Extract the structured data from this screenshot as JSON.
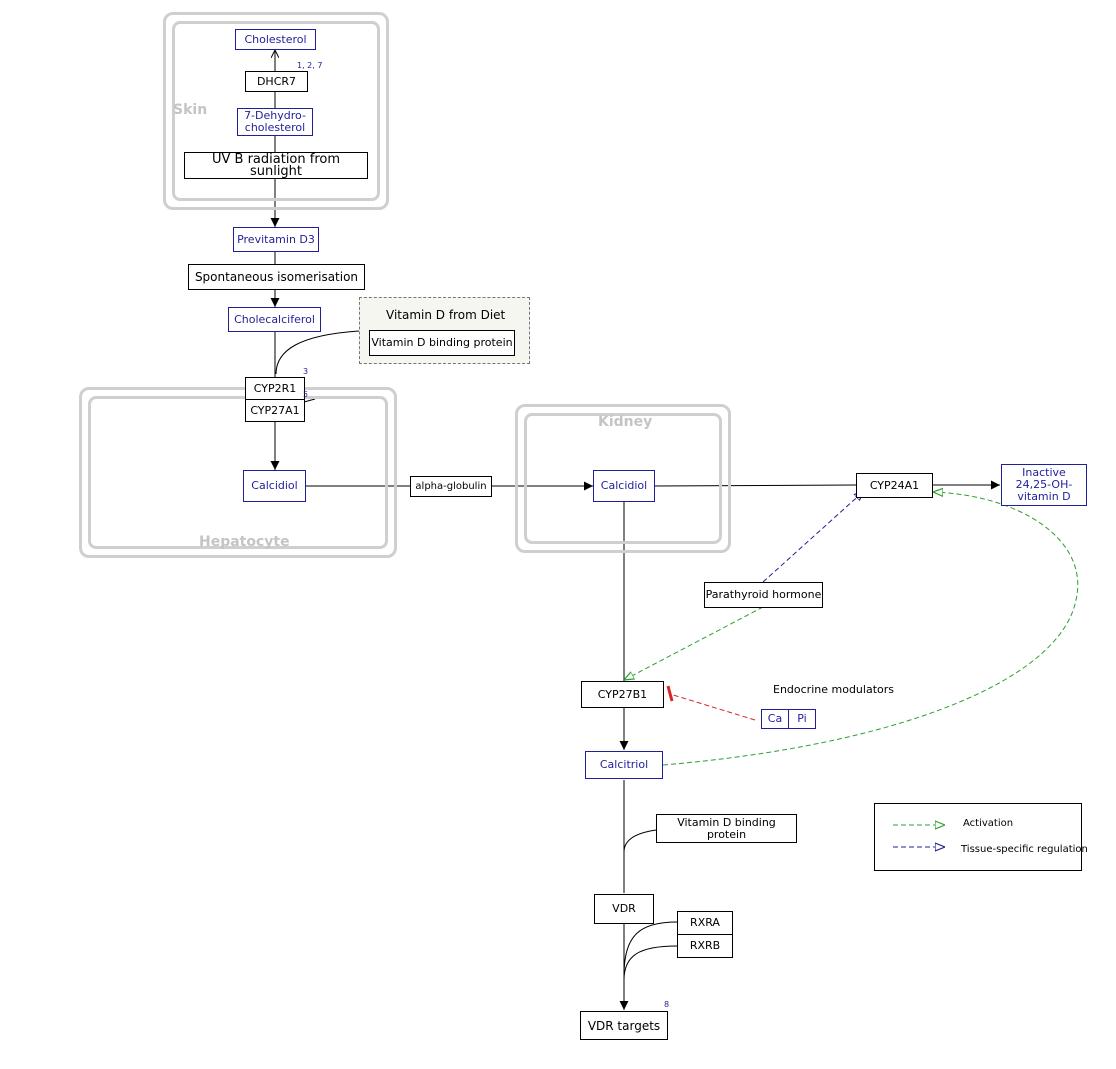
{
  "compartments": {
    "skin": "Skin",
    "hepatocyte": "Hepatocyte",
    "kidney": "Kidney"
  },
  "nodes": {
    "cholesterol": "Cholesterol",
    "dhcr7": "DHCR7",
    "dehydrocholesterol": "7-Dehydro-\ncholesterol",
    "uvb": "UV B radiation from sunlight",
    "previtamin_d3": "Previtamin D3",
    "isomerisation": "Spontaneous isomerisation",
    "cholecalciferol": "Cholecalciferol",
    "diet_group_title": "Vitamin D from Diet",
    "vdbp_diet": "Vitamin D binding protein",
    "cyp2r1": "CYP2R1",
    "cyp27a1": "CYP27A1",
    "calcidiol_liver": "Calcidiol",
    "alpha_globulin": "alpha-globulin",
    "calcidiol_kidney": "Calcidiol",
    "cyp24a1": "CYP24A1",
    "inactive": "Inactive\n24,25-OH-\nvitamin D",
    "pth": "Parathyroid hormone",
    "cyp27b1": "CYP27B1",
    "endocrine_modulators": "Endocrine modulators",
    "ca": "Ca",
    "pi": "Pi",
    "calcitriol": "Calcitriol",
    "vdbp": "Vitamin D binding protein",
    "vdr": "VDR",
    "rxra": "RXRA",
    "rxrb": "RXRB",
    "vdr_targets": "VDR targets"
  },
  "refs": {
    "dhcr7": "1, 2, 7",
    "cyp2r1": "3",
    "cyp27a1": "5",
    "vdr_targets": "8"
  },
  "legend": {
    "activation": "Activation",
    "tissue_specific": "Tissue-specific regulation"
  },
  "colors": {
    "metabolite": "#1f1f9a",
    "activation": "#2ca02c",
    "tissue_regulation": "#1f1f9a",
    "inhibition": "#d62728",
    "compartment": "#cfcfcf"
  }
}
